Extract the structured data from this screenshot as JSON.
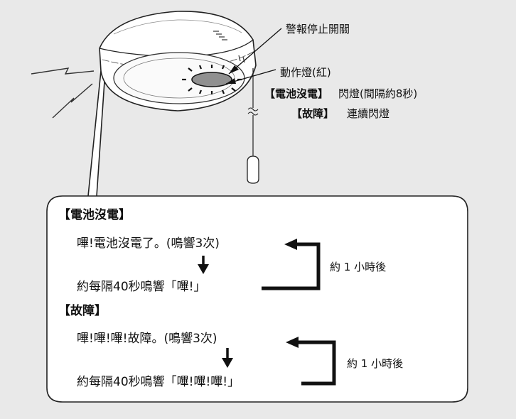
{
  "callouts": {
    "alarm_stop_switch": "警報停止開關",
    "indicator_light": "動作燈(紅)",
    "low_battery_prefix": "【電池沒電】",
    "low_battery_desc": "閃燈(間隔約8秒)",
    "fault_prefix": "【故障】",
    "fault_desc": "連續閃燈"
  },
  "info_box": {
    "low_battery": {
      "heading": "【電池沒電】",
      "line1": "嗶!電池沒電了。(鳴響3次)",
      "line2": "約每隔40秒鳴響「嗶!」",
      "repeat_label": "約 1 小時後"
    },
    "fault": {
      "heading": "【故障】",
      "line1": "嗶!嗶!嗶!故障。(鳴響3次)",
      "line2": "約每隔40秒鳴響「嗶!嗶!嗶!」",
      "repeat_label": "約 1 小時後"
    }
  }
}
